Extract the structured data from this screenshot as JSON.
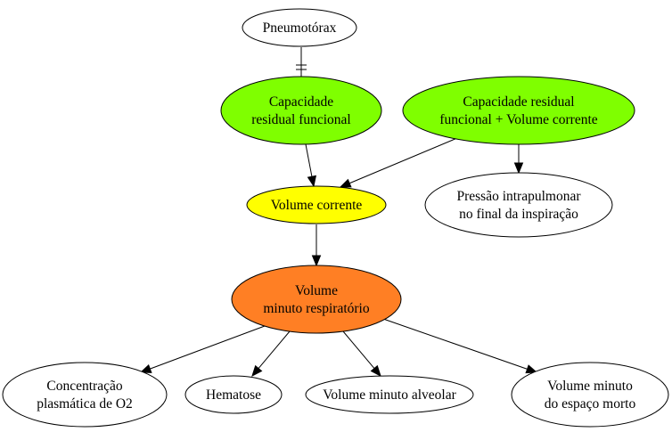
{
  "nodes": {
    "pneumotorax": {
      "lines": [
        "Pneumotórax"
      ],
      "fill": "#ffffff"
    },
    "crf": {
      "lines": [
        "Capacidade",
        "residual funcional"
      ],
      "fill": "#7fff00"
    },
    "crf_vc": {
      "lines": [
        "Capacidade residual",
        "funcional + Volume corrente"
      ],
      "fill": "#7fff00"
    },
    "volume_corrente": {
      "lines": [
        "Volume corrente"
      ],
      "fill": "#ffff00"
    },
    "pressao": {
      "lines": [
        "Pressão intrapulmonar",
        "no final da inspiração"
      ],
      "fill": "#ffffff"
    },
    "vmr": {
      "lines": [
        "Volume",
        "minuto respiratório"
      ],
      "fill": "#ff7f24"
    },
    "concentracao": {
      "lines": [
        "Concentração",
        "plasmática de O2"
      ],
      "fill": "#ffffff"
    },
    "hematose": {
      "lines": [
        "Hematose"
      ],
      "fill": "#ffffff"
    },
    "vma": {
      "lines": [
        "Volume minuto alveolar"
      ],
      "fill": "#ffffff"
    },
    "vmem": {
      "lines": [
        "Volume minuto",
        "do espaço morto"
      ],
      "fill": "#ffffff"
    }
  },
  "edges": [
    {
      "from": "pneumotorax",
      "to": "crf",
      "style": "tee"
    },
    {
      "from": "crf",
      "to": "volume_corrente",
      "style": "arrow"
    },
    {
      "from": "crf_vc",
      "to": "volume_corrente",
      "style": "arrow"
    },
    {
      "from": "crf_vc",
      "to": "pressao",
      "style": "arrow"
    },
    {
      "from": "volume_corrente",
      "to": "vmr",
      "style": "arrow"
    },
    {
      "from": "vmr",
      "to": "concentracao",
      "style": "arrow"
    },
    {
      "from": "vmr",
      "to": "hematose",
      "style": "arrow"
    },
    {
      "from": "vmr",
      "to": "vma",
      "style": "arrow"
    },
    {
      "from": "vmr",
      "to": "vmem",
      "style": "arrow"
    }
  ]
}
